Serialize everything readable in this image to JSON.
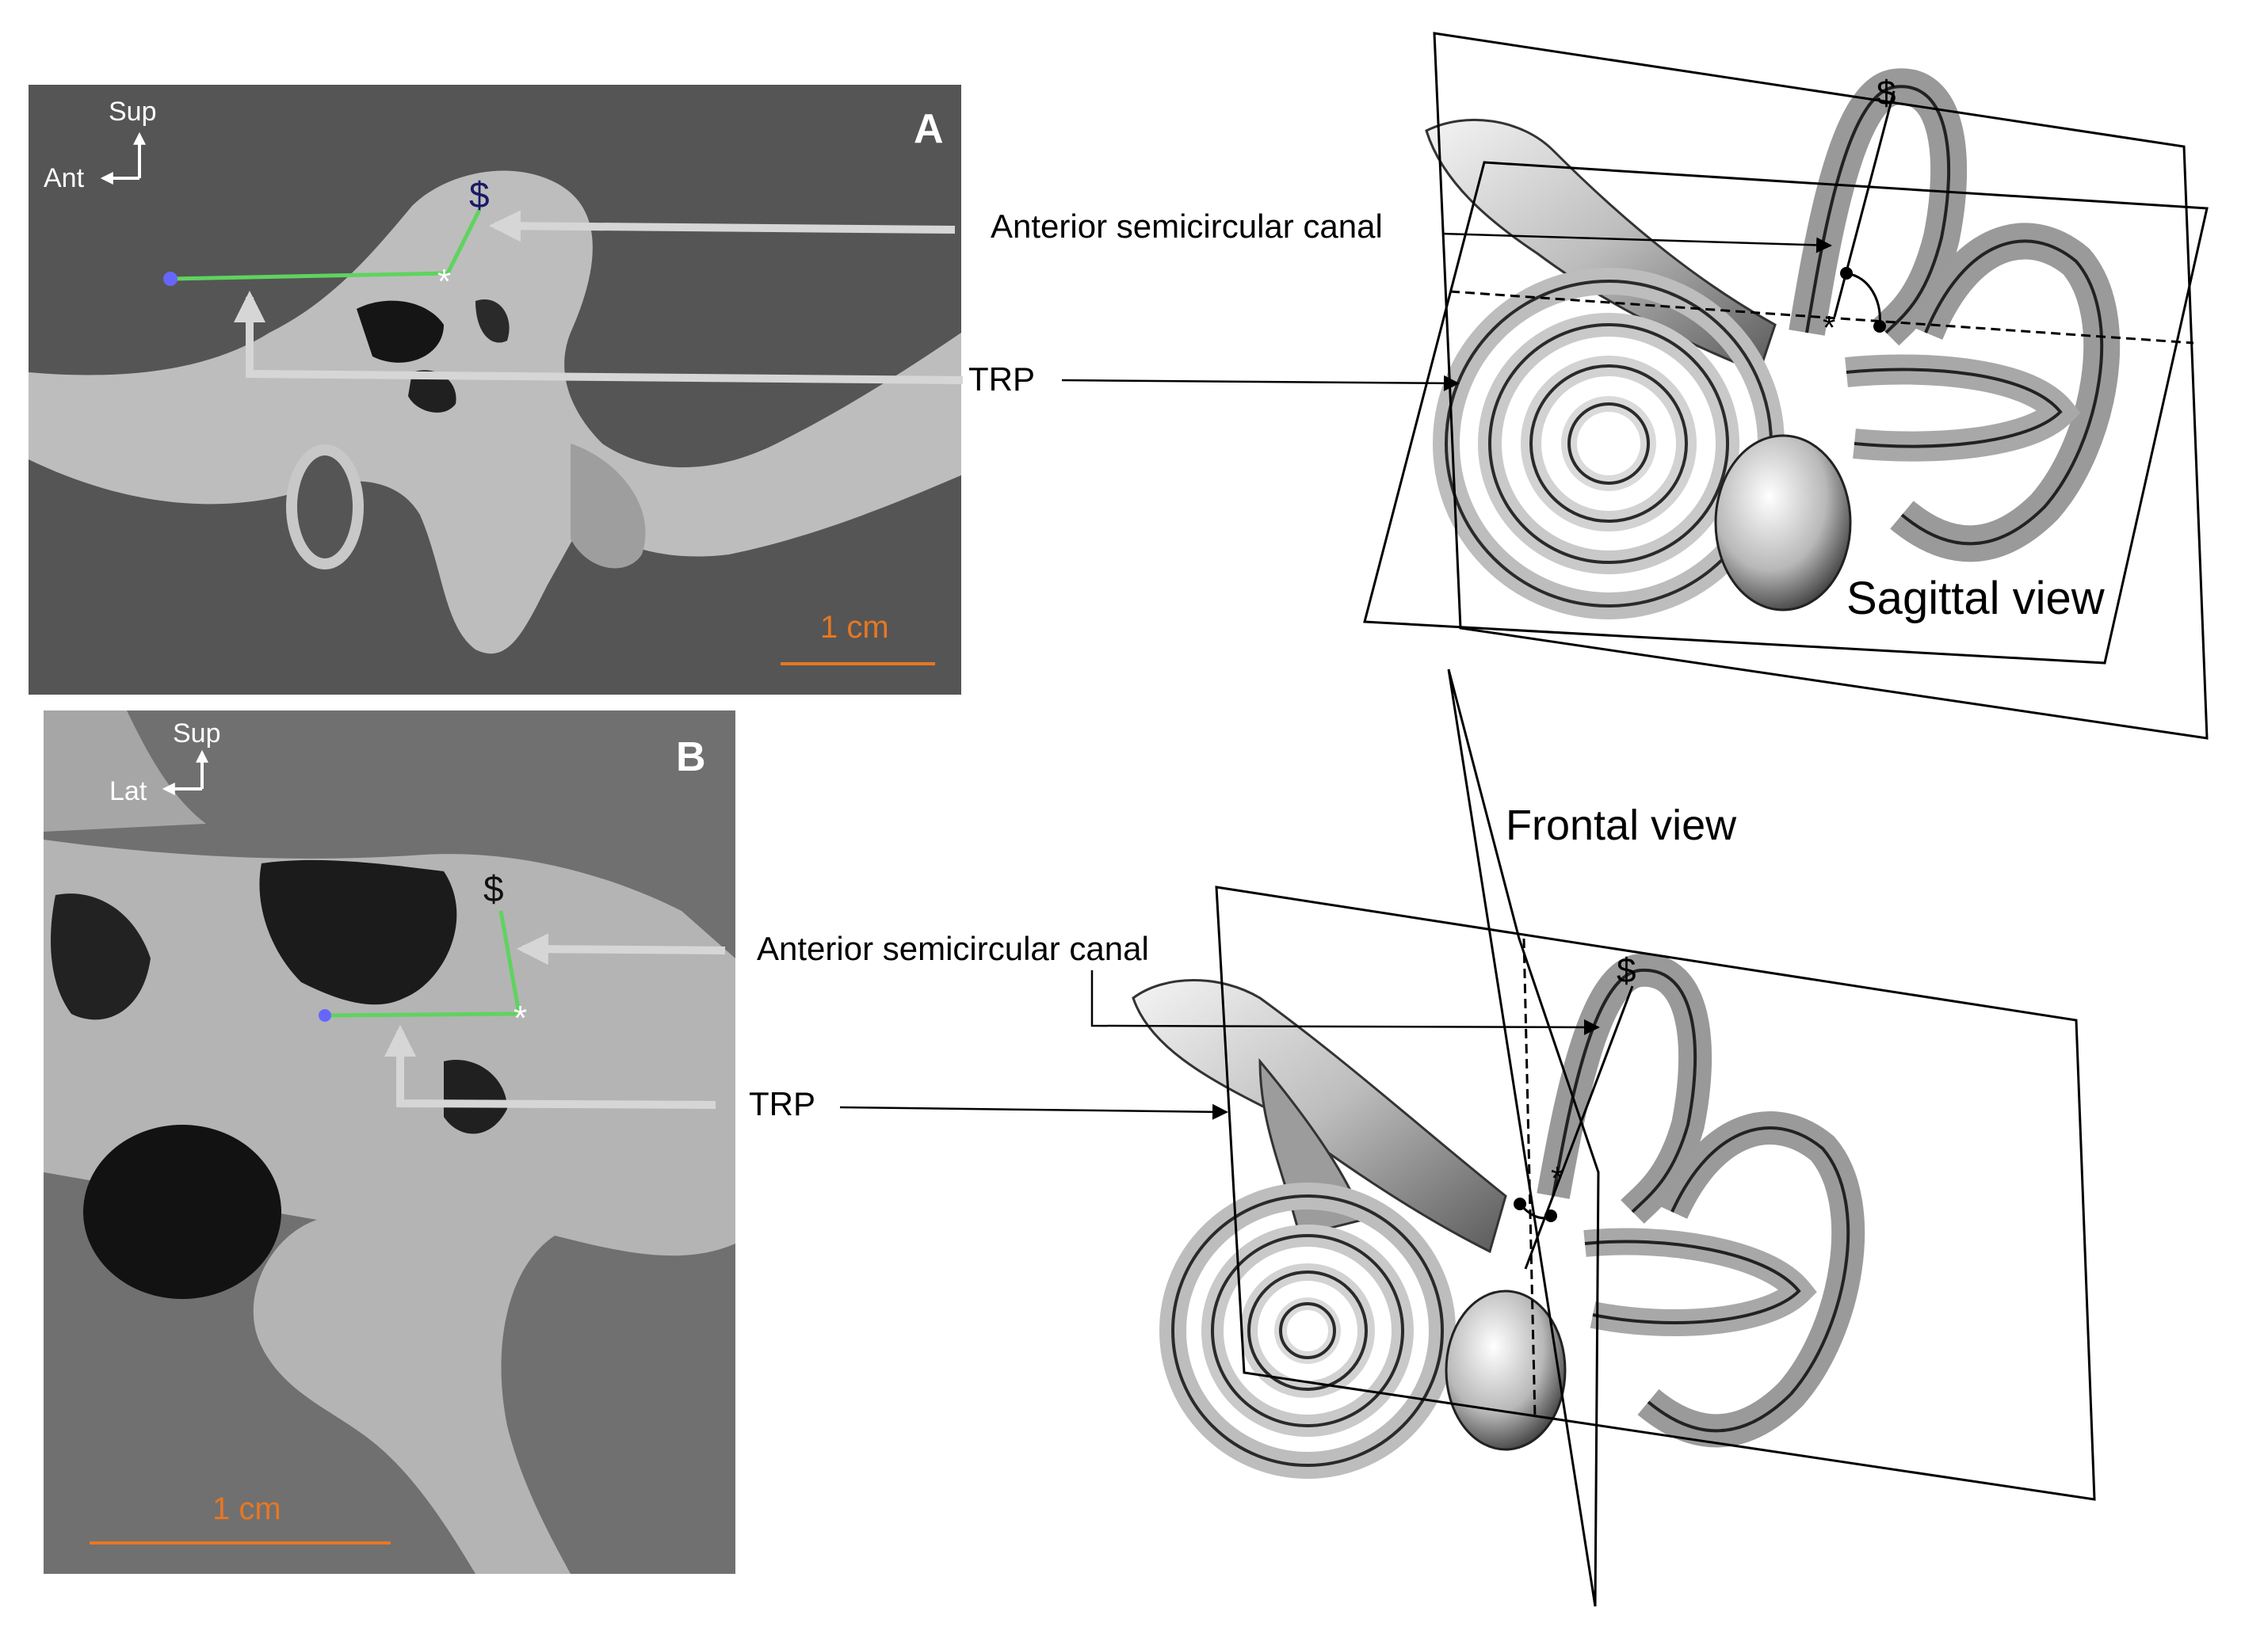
{
  "panel_a": {
    "letter": "A",
    "orientation": {
      "vertical": "Sup",
      "horizontal": "Ant"
    },
    "scale": "1 cm",
    "marks": {
      "dollar": "$",
      "star": "*"
    }
  },
  "panel_b": {
    "letter": "B",
    "orientation": {
      "vertical": "Sup",
      "horizontal": "Lat"
    },
    "scale": "1 cm",
    "marks": {
      "dollar": "$",
      "star": "*"
    }
  },
  "sagittal": {
    "view_label": "Sagittal view",
    "canal_label": "Anterior semicircular canal",
    "trp_label": "TRP",
    "marks": {
      "dollar": "$",
      "star": "*"
    }
  },
  "frontal": {
    "view_label": "Frontal view",
    "canal_label": "Anterior semicircular canal",
    "trp_label": "TRP",
    "marks": {
      "dollar": "$",
      "star": "*"
    }
  },
  "colors": {
    "measure_line": "#5fd35f",
    "endpoint": "#6666ff",
    "scale": "#e87722",
    "arrow_gray": "#d6d6d6"
  }
}
